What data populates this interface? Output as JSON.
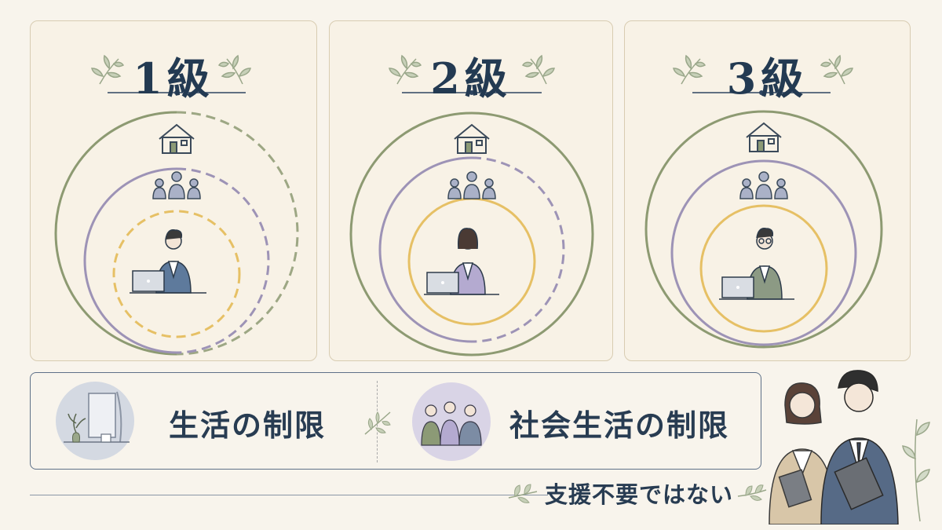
{
  "grades": [
    {
      "title": "1級",
      "person_jacket": "#5e7a9c",
      "inner_dashed": true,
      "middle_dashed": true
    },
    {
      "title": "2級",
      "person_jacket": "#b4aad0",
      "inner_dashed": false,
      "middle_dashed": true
    },
    {
      "title": "3級",
      "person_jacket": "#8c9a84",
      "inner_dashed": false,
      "middle_dashed": false
    }
  ],
  "restrictions": {
    "life": "生活の制限",
    "social": "社会生活の制限"
  },
  "footer": {
    "message": "支援不要ではない"
  },
  "colors": {
    "outer_ring": "#8d9a72",
    "middle_ring": "#9d93b6",
    "inner_ring": "#e6c065",
    "title": "#233a52",
    "leaf": "#9aa78a"
  },
  "icons": [
    "house-icon",
    "group-icon",
    "person-at-laptop",
    "sprig-icon",
    "window-room-illustration",
    "people-talking-illustration",
    "business-couple-illustration"
  ]
}
